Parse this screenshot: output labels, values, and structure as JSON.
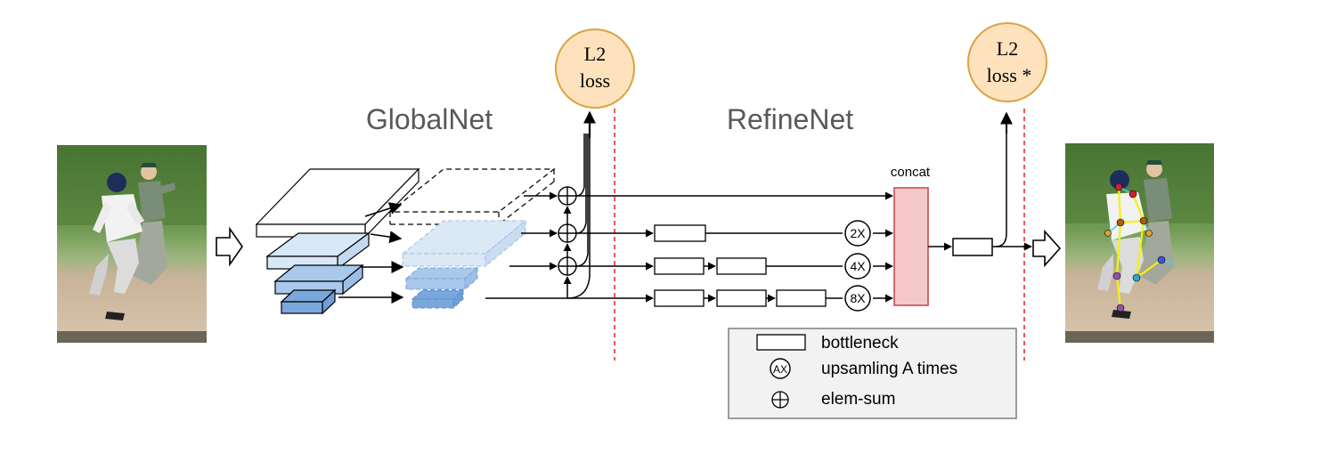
{
  "titles": {
    "globalnet": "GlobalNet",
    "refinenet": "RefineNet"
  },
  "loss_left": {
    "line1": "L2",
    "line2": "loss"
  },
  "loss_right": {
    "line1": "L2",
    "line2": "loss *"
  },
  "concat_label": "concat",
  "upsample_labels": [
    "2X",
    "4X",
    "8X"
  ],
  "legend": {
    "bottleneck": "bottleneck",
    "upsample_symbol": "AX",
    "upsample": "upsamling A times",
    "elem_sum": "elem-sum"
  },
  "colors": {
    "loss_fill": "#fde2bd",
    "loss_stroke": "#d9a441",
    "concat_fill": "#f5c9c9",
    "concat_stroke": "#c94d4d",
    "divider": "#e02020",
    "pyramid_dark": "#6f9fd8",
    "pyramid_light": "#d8e8f7"
  },
  "icons": {
    "input_image": "baseball-player-photo",
    "output_image": "baseball-player-pose-photo"
  }
}
